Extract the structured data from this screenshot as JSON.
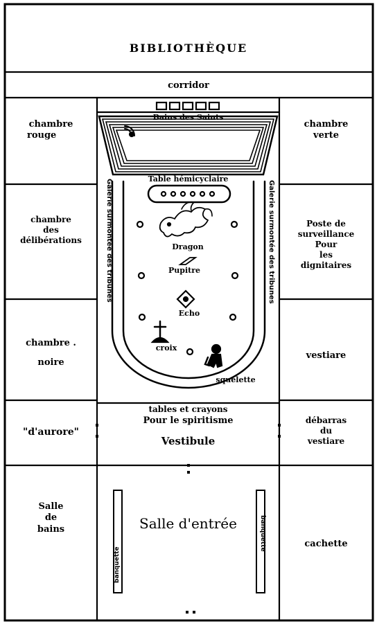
{
  "rooms": {
    "bibliotheque": "BIBLIOTHÈQUE",
    "corridor": "corridor",
    "chambre_rouge": [
      "chambre",
      "rouge"
    ],
    "chambre_verte": [
      "chambre",
      "verte"
    ],
    "chambre_deliberations": [
      "chambre",
      "des",
      "délibérations"
    ],
    "poste_surveillance": [
      "Poste de",
      "surveillance",
      "Pour",
      "les",
      "dignitaires"
    ],
    "chambre_noire": [
      "chambre .",
      "noire"
    ],
    "vestiaire": "vestiare",
    "aurore": "\"d'aurore\"",
    "debarras": [
      "débarras",
      "du",
      "vestiare"
    ],
    "salle_de_bains": [
      "Salle",
      "de",
      "bains"
    ],
    "cachette": "cachette",
    "vestibule": "Vestibule",
    "salle_entree": "Salle d'entrée"
  },
  "hall": {
    "bains_des_saints": "Bains des Saints",
    "table_hemicyclaire": "Table hémicyclaire",
    "galerie_left": "Galerie surmontée des tribunes",
    "galerie_right": "Galerie surmontée des tribunes",
    "dragon": "Dragon",
    "pupitre": "Pupitre",
    "echo": "Echo",
    "croix": "croix",
    "squelette": "squelette",
    "tables_crayons": "tables et crayons",
    "pour_spiritisme": "Pour le spiritisme"
  },
  "banquette_left": "banquette",
  "banquette_right": "banquette"
}
